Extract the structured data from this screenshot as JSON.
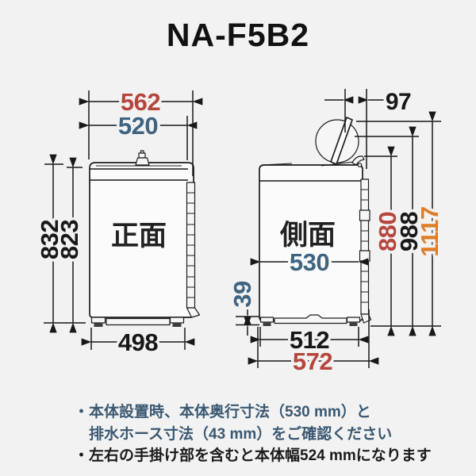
{
  "title": "NA-F5B2",
  "colors": {
    "red": "#b5463e",
    "blue": "#3f6480",
    "orange": "#df7d26",
    "ink": "#181818",
    "note_blue": "#3a5872",
    "background": "#f2f2f2"
  },
  "front_view": {
    "label": "正面",
    "width_overall_mm": "562",
    "width_body_mm": "520",
    "height_overall_mm": "832",
    "height_body_mm": "823",
    "width_feet_mm": "498"
  },
  "side_view": {
    "label": "側面",
    "lid_overhang_mm": "97",
    "depth_body_mm": "530",
    "base_height_mm": "39",
    "depth_feet_mm": "512",
    "depth_overall_mm": "572",
    "height_hinge_mm": "880",
    "height_ring_mm": "988",
    "height_lid_open_mm": "1117"
  },
  "notes": [
    {
      "text": "・本体設置時、本体奥行寸法（530 mm）と",
      "color": "note_blue"
    },
    {
      "text": "排水ホース寸法（43 mm）をご確認ください",
      "color": "note_blue"
    },
    {
      "text": "・左右の手掛け部を含むと本体幅524 mmになります",
      "color": "ink"
    }
  ]
}
